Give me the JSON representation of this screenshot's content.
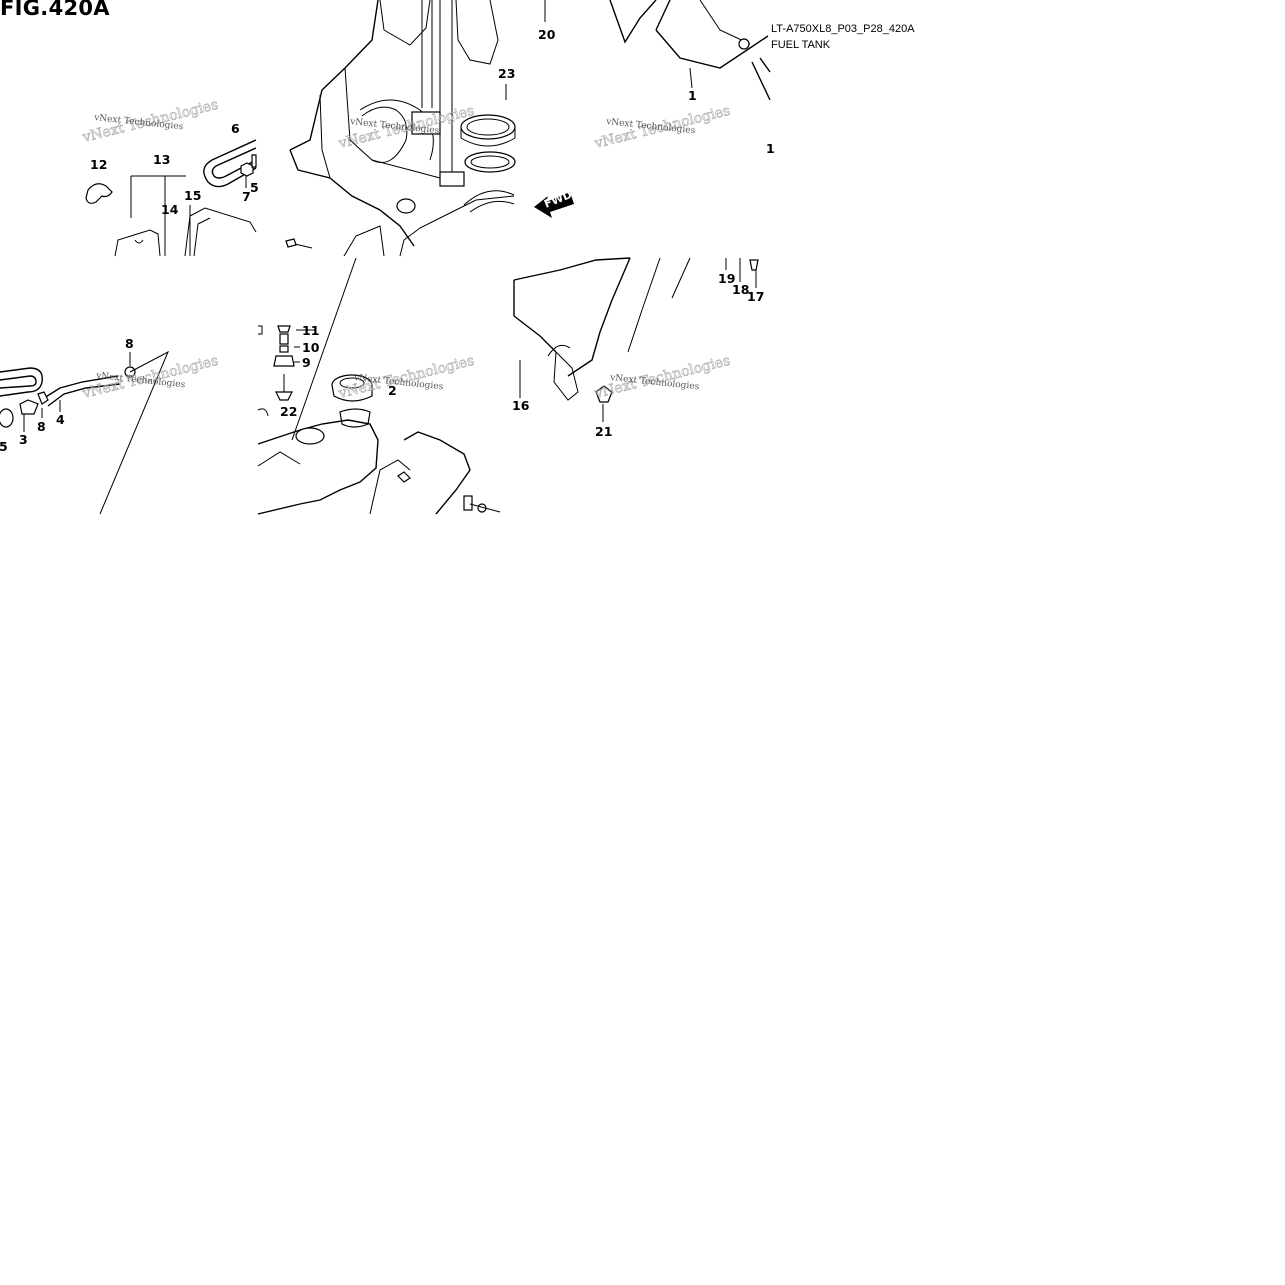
{
  "figure": {
    "title": "FIG.420A",
    "code": "LT-A750XL8_P03_P28_420A",
    "name": "FUEL TANK"
  },
  "watermark": {
    "text": "vNext Technologies"
  },
  "direction_arrow": {
    "label": "FWD"
  },
  "callouts": [
    {
      "id": "1",
      "label": "1"
    },
    {
      "id": "1b",
      "label": "1"
    },
    {
      "id": "2",
      "label": "2"
    },
    {
      "id": "3",
      "label": "3"
    },
    {
      "id": "4",
      "label": "4"
    },
    {
      "id": "5",
      "label": "5"
    },
    {
      "id": "5b",
      "label": "5"
    },
    {
      "id": "6",
      "label": "6"
    },
    {
      "id": "7",
      "label": "7"
    },
    {
      "id": "8",
      "label": "8"
    },
    {
      "id": "8b",
      "label": "8"
    },
    {
      "id": "9",
      "label": "9"
    },
    {
      "id": "10",
      "label": "10"
    },
    {
      "id": "11",
      "label": "11"
    },
    {
      "id": "12",
      "label": "12"
    },
    {
      "id": "13",
      "label": "13"
    },
    {
      "id": "14",
      "label": "14"
    },
    {
      "id": "15",
      "label": "15"
    },
    {
      "id": "16",
      "label": "16"
    },
    {
      "id": "17",
      "label": "17"
    },
    {
      "id": "18",
      "label": "18"
    },
    {
      "id": "19",
      "label": "19"
    },
    {
      "id": "20",
      "label": "20"
    },
    {
      "id": "21",
      "label": "21"
    },
    {
      "id": "22",
      "label": "22"
    },
    {
      "id": "23",
      "label": "23"
    }
  ],
  "colors": {
    "line": "#000000",
    "background": "#ffffff",
    "watermark": "#555555"
  }
}
